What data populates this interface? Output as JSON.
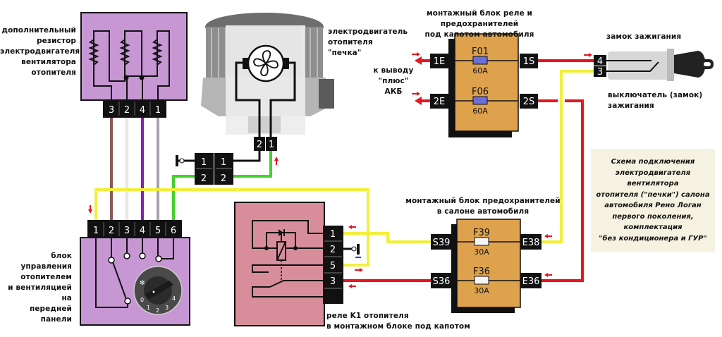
{
  "labels": {
    "resistor": [
      "дополнительный",
      "резистор",
      "электродвигателя",
      "вентилятора",
      "отопителя"
    ],
    "motor": [
      "электродвигатель",
      "отопителя",
      "\"печка\""
    ],
    "underhood_block": [
      "монтажный блок реле и предохранителей",
      "под капотом автомобиля"
    ],
    "battery": [
      "к выводу",
      "\"плюс\"",
      "АКБ"
    ],
    "ignition_title": "замок зажигания",
    "ignition_switch": [
      "выключатель (замок)",
      "зажигания"
    ],
    "control_unit": [
      "блок управления",
      "отопителем",
      "и вентиляцией",
      "на",
      "передней панели"
    ],
    "relay": [
      "реле K1 отопителя",
      "в монтажном блоке под капотом"
    ],
    "cabin_block": [
      "монтажный блок предохранителей",
      "в салоне автомобиля"
    ],
    "note": [
      "Схема подключения",
      "электродвигателя вентилятора",
      "отопителя (\"печки\") салона",
      "автомобиля Рено Логан",
      "первого поколения,",
      "комплектация",
      "\"без кондиционера и ГУР\""
    ]
  },
  "resistor_pins": [
    "3",
    "2",
    "4",
    "1"
  ],
  "motor_pins": [
    "2",
    "1"
  ],
  "connector_pins": [
    "1",
    "2",
    "1",
    "2"
  ],
  "control_pins": [
    "1",
    "2",
    "3",
    "4",
    "5",
    "6"
  ],
  "knob_positions": [
    "0",
    "1",
    "2",
    "3",
    "4"
  ],
  "relay_pins": [
    "1",
    "2",
    "5",
    "3"
  ],
  "underhood_fuses": [
    {
      "id": "F01",
      "rating": "60A",
      "in": "1E",
      "out": "1S"
    },
    {
      "id": "F06",
      "rating": "60A",
      "in": "2E",
      "out": "2S"
    }
  ],
  "cabin_fuses": [
    {
      "id": "F39",
      "rating": "30A",
      "in": "S39",
      "out": "E38"
    },
    {
      "id": "F36",
      "rating": "30A",
      "in": "S36",
      "out": "E36"
    }
  ],
  "ignition_pins": [
    "4",
    "3"
  ],
  "colors": {
    "resistor_box": "#c797d4",
    "control_box": "#c797d4",
    "relay_box": "#d88e9a",
    "fuse_box": "#dda24b",
    "wire_red": "#e8141e",
    "wire_yellow": "#f2ef3c",
    "wire_green": "#45d12c",
    "wire_purple": "#8a1fb5",
    "wire_brown": "#8b5a57",
    "wire_gray": "#a7a3ab",
    "wire_white": "#d8d8d8",
    "note_bg": "#f5f2e1"
  }
}
